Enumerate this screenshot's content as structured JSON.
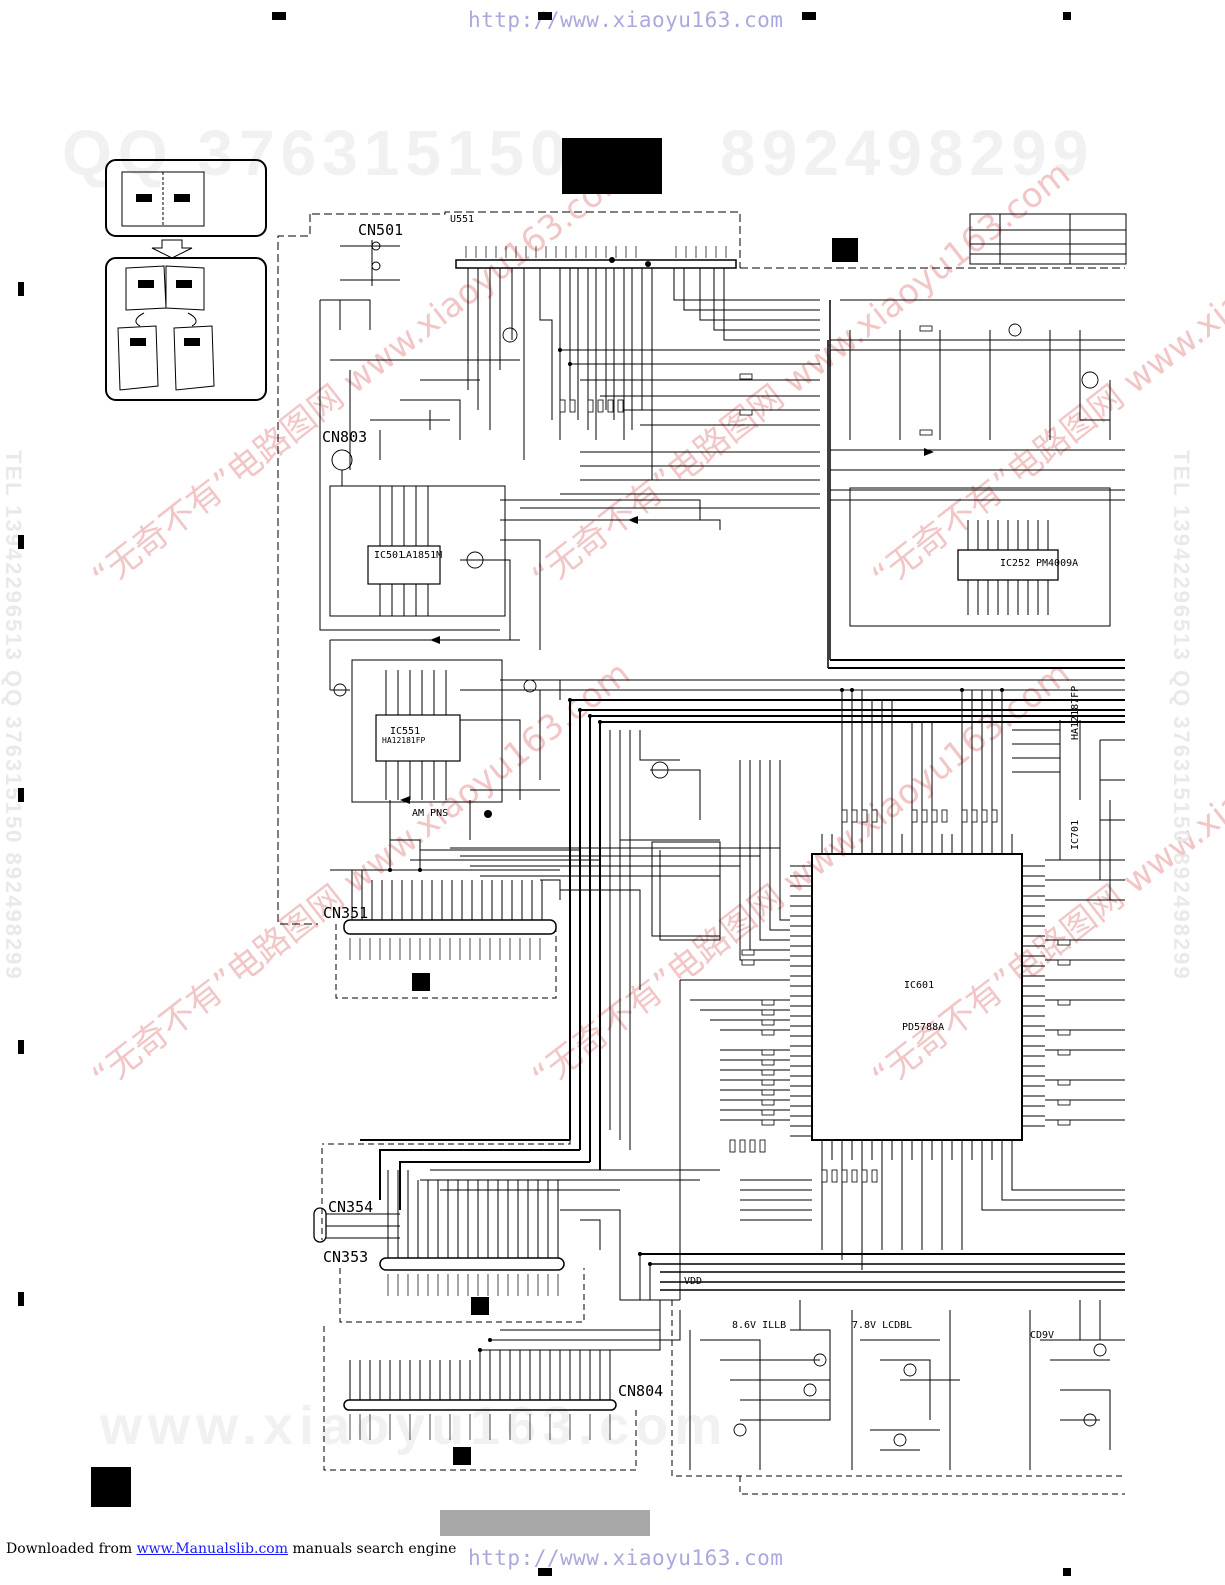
{
  "header": {
    "url": "http://www.xiaoyu163.com"
  },
  "watermarks": {
    "qq_number_1": "QQ 376315150",
    "qq_number_2": "892498299",
    "red_stamp": "“无奇不有”电路图网 www.xiaoyu163.com",
    "side_text": "TEL 13942296513 QQ 376315150 892498299",
    "bottom_text": "www.xiaoyu163.com"
  },
  "schematic": {
    "connectors": {
      "cn501": "CN501",
      "cn803": "CN803",
      "cn351": "CN351",
      "cn354": "CN354",
      "cn353": "CN353",
      "cn804": "CN804"
    },
    "ics": {
      "ic501": {
        "ref": "IC501",
        "part": "LA1851M"
      },
      "ic252": {
        "ref": "IC252",
        "part": "PM4009A"
      },
      "ic601": {
        "ref": "IC601",
        "part": "PD5788A"
      },
      "ic551": {
        "ref": "IC551",
        "part": "HA12181FP"
      },
      "ic701": {
        "ref": "IC701",
        "part": "HA12187FP"
      },
      "u551": {
        "ref": "U551"
      }
    },
    "rails": {
      "vdd": "VDD",
      "cd9v": "CD9V",
      "ill_b": "8.6V ILLB",
      "lcd_bl": "7.8V LCDBL"
    },
    "labels": {
      "am_pns": "AM PNS"
    }
  },
  "footer": {
    "prefix": "Downloaded from",
    "link": "www.Manualslib.com",
    "suffix": "manuals search engine",
    "url": "http://www.xiaoyu163.com"
  }
}
